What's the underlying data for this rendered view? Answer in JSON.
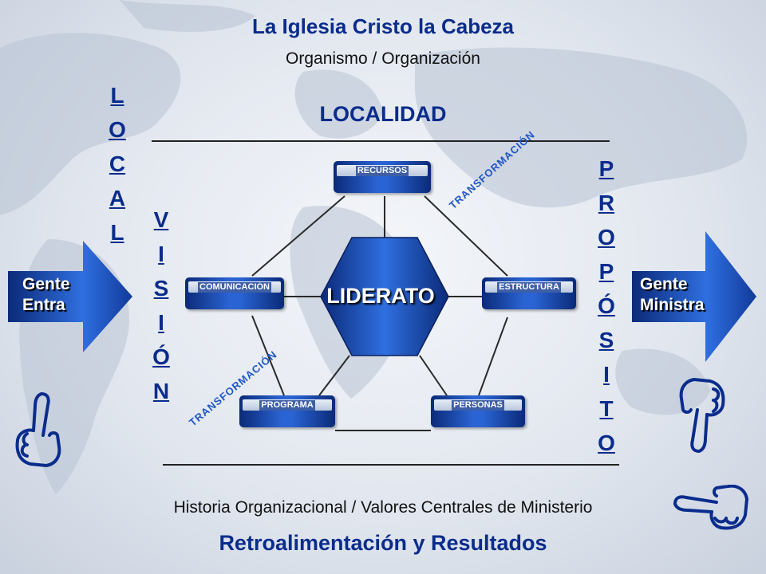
{
  "title": "La Iglesia Cristo la Cabeza",
  "subtitle": "Organismo / Organización",
  "top_label": "LOCALIDAD",
  "vertical_local": [
    "L",
    "O",
    "C",
    "A",
    "L"
  ],
  "vertical_vision": [
    "V",
    "I",
    "S",
    "I",
    "Ó",
    "N"
  ],
  "vertical_proposito": [
    "P",
    "R",
    "O",
    "P",
    "Ó",
    "S",
    "I",
    "T",
    "O"
  ],
  "center": "LIDERATO",
  "nodes": {
    "recursos": "RECURSOS",
    "comunicacion": "COMUNICACIÓN",
    "estructura": "ESTRUCTURA",
    "programa": "PROGRAMA",
    "personas": "PERSONAS"
  },
  "transformacion_top": "TRANSFORMACIÓN",
  "transformacion_bottom": "TRANSFORMACIÓN",
  "left_arrow": {
    "line1": "Gente",
    "line2": "Entra"
  },
  "right_arrow": {
    "line1": "Gente",
    "line2": "Ministra"
  },
  "history": "Historia Organizacional / Valores Centrales de Ministerio",
  "results": "Retroalimentación y Resultados",
  "icons": [
    "hand-pointing-up-icon",
    "hand-pointing-down-icon",
    "hand-pointing-left-icon"
  ],
  "colors": {
    "accent": "#0a2c8c",
    "node_blue": "#2a64d4",
    "transformacion": "#1e56c8"
  }
}
